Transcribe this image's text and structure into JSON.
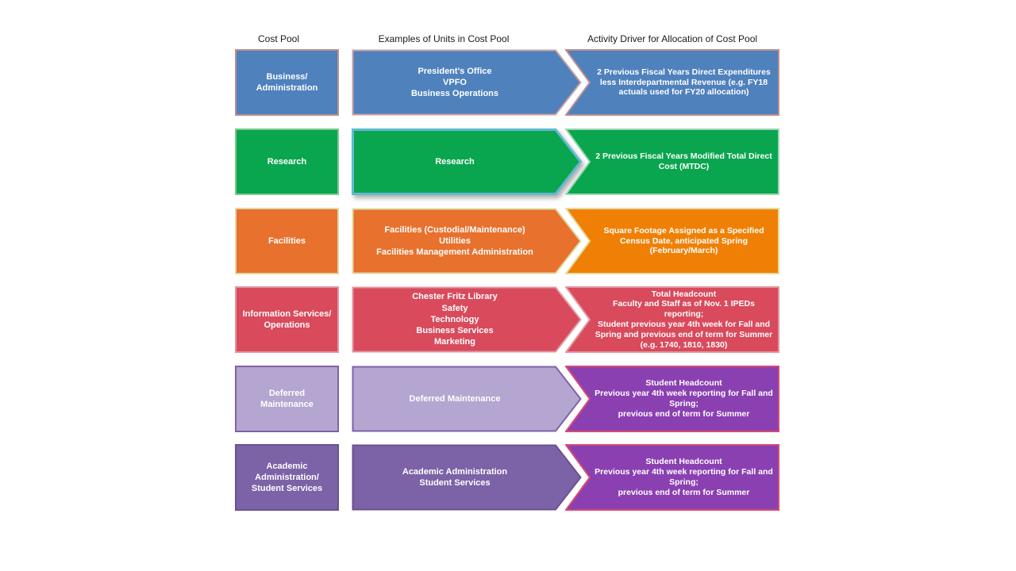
{
  "headers": {
    "pool": "Cost Pool",
    "examples": "Examples of Units in Cost Pool",
    "driver": "Activity Driver for Allocation of Cost Pool"
  },
  "rows": [
    {
      "pool": "Business/\nAdministration",
      "examples": "President's Office\nVPFO\nBusiness Operations",
      "driver": "2 Previous Fiscal Years Direct Expenditures less Interdepartmental Revenue (e.g. FY18 actuals used for FY20 allocation)",
      "colors": {
        "pool_fill": "#4f81bd",
        "pool_border": "#bd8f8f",
        "arrow_fill": "#4f81bd",
        "arrow_border": "#c9a0a0",
        "driver_fill": "#4f81bd",
        "driver_border": "#bd8f8f"
      }
    },
    {
      "pool": "Research",
      "examples": "Research",
      "driver": "2 Previous Fiscal Years Modified Total Direct Cost (MTDC)",
      "colors": {
        "pool_fill": "#0aa64f",
        "pool_border": "#7cc98f",
        "arrow_fill": "#0aa64f",
        "arrow_border": "#63b8d4",
        "driver_fill": "#0aa64f",
        "driver_border": "#9fd6b4"
      }
    },
    {
      "pool": "Facilities",
      "examples": "Facilities (Custodial/Maintenance)\nUtilities\nFacilities Management Administration",
      "driver": "Square Footage Assigned as a Specified Census Date, anticipated Spring (February/March)",
      "colors": {
        "pool_fill": "#e8712d",
        "pool_border": "#dfd9a2",
        "arrow_fill": "#e8712d",
        "arrow_border": "#dfd9a2",
        "driver_fill": "#ef8005",
        "driver_border": "#e4dc9e"
      }
    },
    {
      "pool": "Information Services/\nOperations",
      "examples": "Chester Fritz Library\nSafety\nTechnology\nBusiness Services\nMarketing",
      "driver": "Total Headcount\nFaculty and Staff as of Nov. 1 IPEDs reporting;\nStudent previous year 4th week for Fall and Spring and previous end of term for Summer (e.g. 1740, 1810, 1830)",
      "colors": {
        "pool_fill": "#d94a5c",
        "pool_border": "#e296a1",
        "arrow_fill": "#d94a5c",
        "arrow_border": "#e296a1",
        "driver_fill": "#d94a5c",
        "driver_border": "#e296a1"
      }
    },
    {
      "pool": "Deferred\nMaintenance",
      "examples": "Deferred Maintenance",
      "driver": "Student Headcount\nPrevious year 4th week reporting for Fall and Spring;\nprevious end of term for Summer",
      "colors": {
        "pool_fill": "#b4a6d0",
        "pool_border": "#7e62a8",
        "arrow_fill": "#b4a6d0",
        "arrow_border": "#7e62a8",
        "driver_fill": "#8b40b2",
        "driver_border": "#d64a72"
      }
    },
    {
      "pool": "Academic\nAdministration/\nStudent Services",
      "examples": "Academic Administration\nStudent Services",
      "driver": "Student Headcount\nPrevious year 4th week reporting for Fall and Spring;\nprevious end of term for Summer",
      "colors": {
        "pool_fill": "#7c62a7",
        "pool_border": "#6a5191",
        "arrow_fill": "#7c62a7",
        "arrow_border": "#6a5191",
        "driver_fill": "#8b40b2",
        "driver_border": "#d64a72"
      }
    }
  ]
}
